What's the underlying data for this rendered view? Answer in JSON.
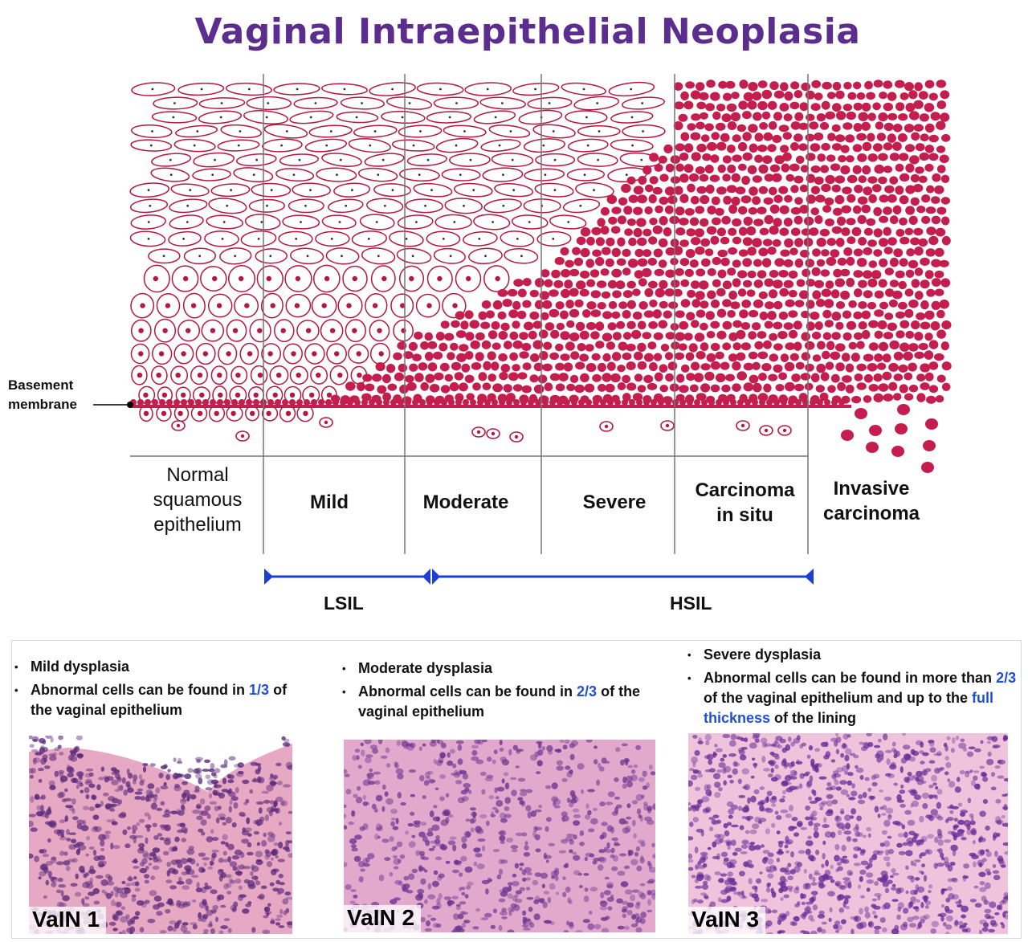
{
  "title": "Vaginal Intraepithelial Neoplasia",
  "basement_membrane_label": [
    "Basement",
    "membrane"
  ],
  "stages": [
    {
      "id": "normal",
      "lines": [
        "Normal",
        "squamous",
        "epithelium"
      ]
    },
    {
      "id": "mild",
      "lines": [
        "Mild"
      ]
    },
    {
      "id": "moderate",
      "lines": [
        "Moderate"
      ]
    },
    {
      "id": "severe",
      "lines": [
        "Severe"
      ]
    },
    {
      "id": "cis",
      "lines": [
        "Carcinoma",
        "in situ"
      ]
    },
    {
      "id": "invasive",
      "lines": [
        "Invasive",
        "carcinoma"
      ]
    }
  ],
  "grades": {
    "lsil": "LSIL",
    "hsil": "HSIL"
  },
  "panels": [
    {
      "bullets": [
        [
          {
            "t": "Mild dysplasia"
          }
        ],
        [
          {
            "t": "Abnormal cells can be found in "
          },
          {
            "t": "1/3",
            "hl": true
          },
          {
            "t": " of the vaginal epithelium"
          }
        ]
      ],
      "image_label": "VaIN 1"
    },
    {
      "bullets": [
        [
          {
            "t": "Moderate dysplasia"
          }
        ],
        [
          {
            "t": "Abnormal cells can be found in "
          },
          {
            "t": "2/3",
            "hl": true
          },
          {
            "t": " of the vaginal epithelium"
          }
        ]
      ],
      "image_label": "VaIN 2"
    },
    {
      "bullets": [
        [
          {
            "t": "Severe dysplasia"
          }
        ],
        [
          {
            "t": "Abnormal cells can be found in more than "
          },
          {
            "t": "2/3",
            "hl": true
          },
          {
            "t": " of the vaginal epithelium and up to the "
          },
          {
            "t": "full thickness",
            "hl": true
          },
          {
            "t": " of the lining"
          }
        ]
      ],
      "image_label": "VaIN 3"
    }
  ],
  "colors": {
    "title": "#5b2d8e",
    "cell_outline": "#b5183f",
    "dysplastic_cell": "#c41e4e",
    "arrow": "#1a3fd9",
    "highlight": "#1f4fd6"
  }
}
